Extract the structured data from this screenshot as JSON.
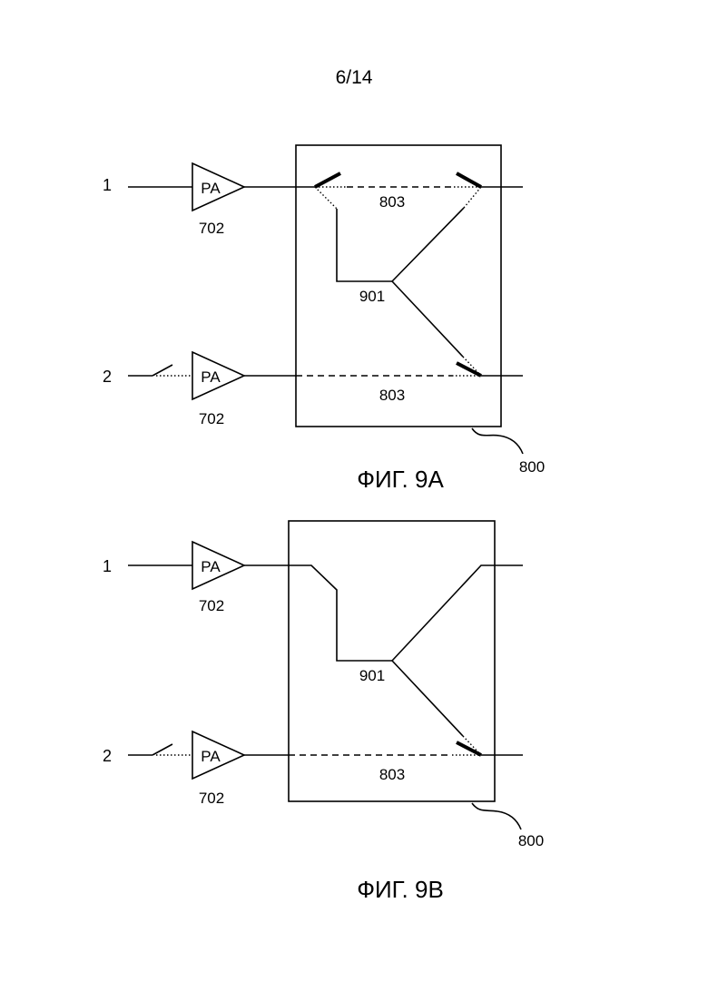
{
  "page_number": "6/14",
  "figures": [
    {
      "caption": "ФИГ. 9A",
      "inputs": [
        {
          "label": "1",
          "amp_text": "PA",
          "amp_ref": "702"
        },
        {
          "label": "2",
          "amp_text": "PA",
          "amp_ref": "702"
        }
      ],
      "block_ref": "800",
      "combiner_ref": "901",
      "bypass_top_ref": "803",
      "bypass_bottom_ref": "803"
    },
    {
      "caption": "ФИГ. 9B",
      "inputs": [
        {
          "label": "1",
          "amp_text": "PA",
          "amp_ref": "702"
        },
        {
          "label": "2",
          "amp_text": "PA",
          "amp_ref": "702"
        }
      ],
      "block_ref": "800",
      "combiner_ref": "901",
      "bypass_bottom_ref": "803"
    }
  ]
}
